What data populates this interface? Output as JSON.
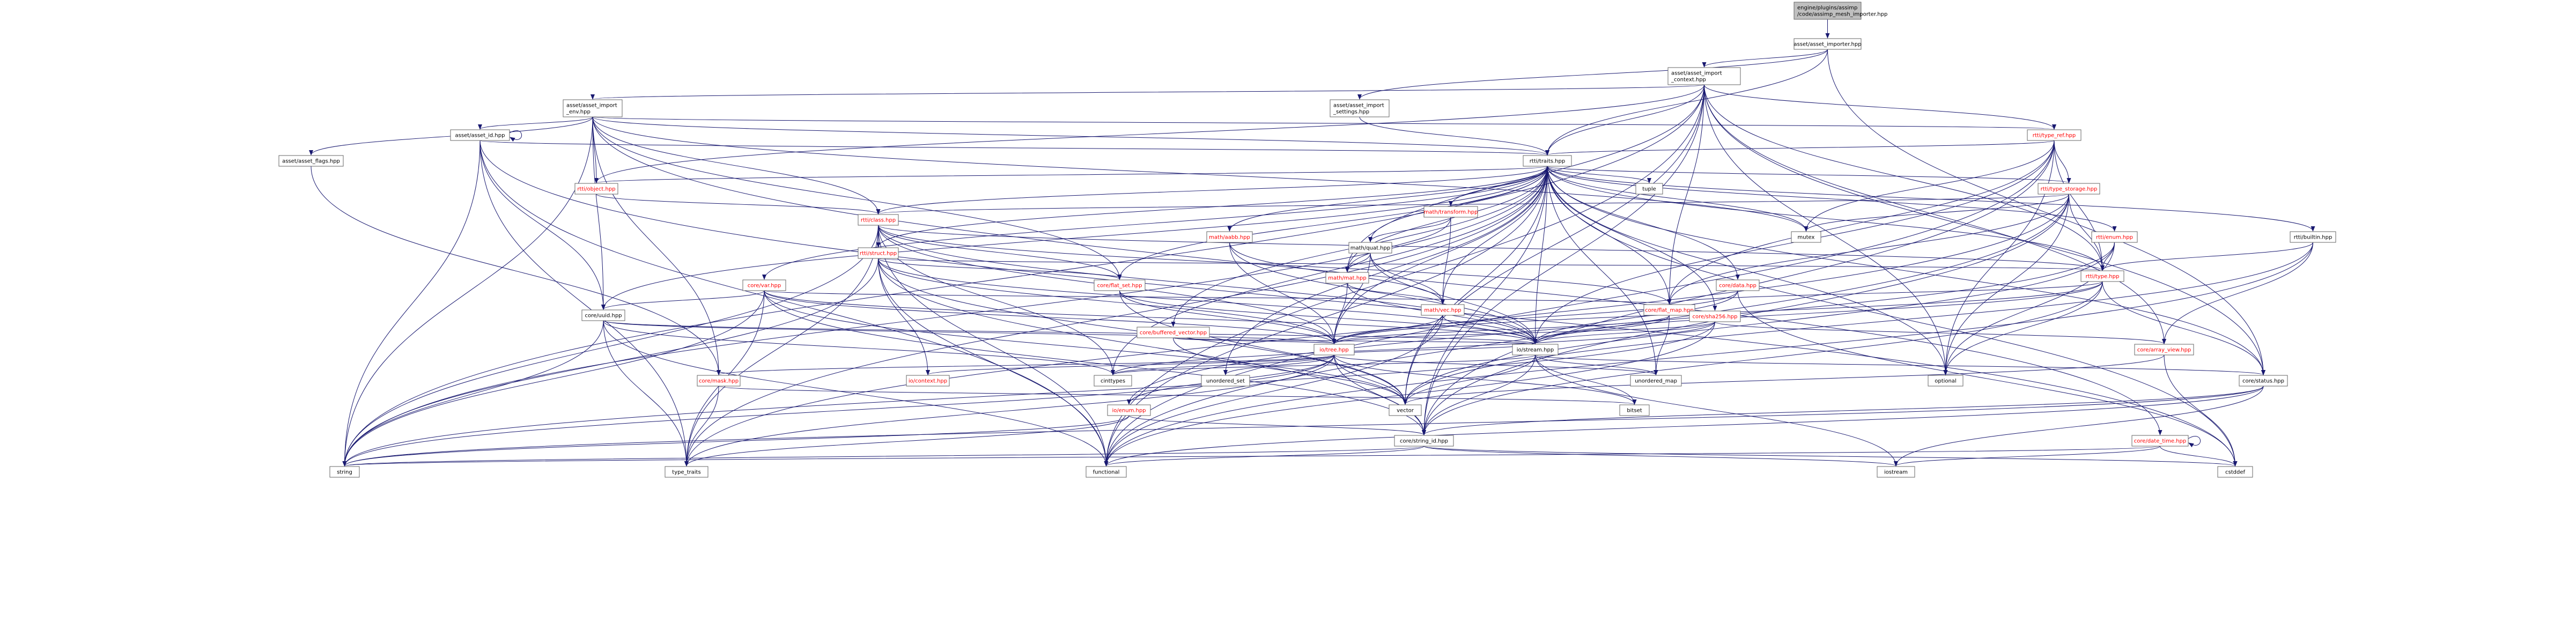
{
  "colors": {
    "root_fill": "#bfbfbf",
    "node_fill": "#ffffff",
    "node_border": "#666666",
    "text_black": "#000000",
    "text_red": "#ff0000",
    "edge": "#191970"
  },
  "nodes": [
    {
      "id": "root",
      "lines": [
        "engine/plugins/assimp",
        "/code/assimp_mesh_importer.hpp"
      ],
      "link": false,
      "root": true
    },
    {
      "id": "asset_importer",
      "lines": [
        "asset/asset_importer.hpp"
      ],
      "link": false
    },
    {
      "id": "asset_import_context",
      "lines": [
        "asset/asset_import",
        "_context.hpp"
      ],
      "link": false
    },
    {
      "id": "asset_import_settings",
      "lines": [
        "asset/asset_import",
        "_settings.hpp"
      ],
      "link": false
    },
    {
      "id": "asset_import_env",
      "lines": [
        "asset/asset_import",
        "_env.hpp"
      ],
      "link": false
    },
    {
      "id": "asset_id",
      "lines": [
        "asset/asset_id.hpp"
      ],
      "link": false
    },
    {
      "id": "asset_flags",
      "lines": [
        "asset/asset_flags.hpp"
      ],
      "link": false
    },
    {
      "id": "rtti_traits",
      "lines": [
        "rtti/traits.hpp"
      ],
      "link": false
    },
    {
      "id": "rtti_type_ref",
      "lines": [
        "rtti/type_ref.hpp"
      ],
      "link": true
    },
    {
      "id": "rtti_object",
      "lines": [
        "rtti/object.hpp"
      ],
      "link": true
    },
    {
      "id": "rtti_type_storage",
      "lines": [
        "rtti/type_storage.hpp"
      ],
      "link": true
    },
    {
      "id": "rtti_class",
      "lines": [
        "rtti/class.hpp"
      ],
      "link": true
    },
    {
      "id": "rtti_struct",
      "lines": [
        "rtti/struct.hpp"
      ],
      "link": true
    },
    {
      "id": "rtti_enum",
      "lines": [
        "rtti/enum.hpp"
      ],
      "link": true
    },
    {
      "id": "rtti_builtin",
      "lines": [
        "rtti/builtin.hpp"
      ],
      "link": false
    },
    {
      "id": "rtti_type",
      "lines": [
        "rtti/type.hpp"
      ],
      "link": true
    },
    {
      "id": "math_transform",
      "lines": [
        "math/transform.hpp"
      ],
      "link": true
    },
    {
      "id": "math_aabb",
      "lines": [
        "math/aabb.hpp"
      ],
      "link": true
    },
    {
      "id": "math_quat",
      "lines": [
        "math/quat.hpp"
      ],
      "link": false
    },
    {
      "id": "math_mat",
      "lines": [
        "math/mat.hpp"
      ],
      "link": true
    },
    {
      "id": "math_vec",
      "lines": [
        "math/vec.hpp"
      ],
      "link": true
    },
    {
      "id": "core_var",
      "lines": [
        "core/var.hpp"
      ],
      "link": true
    },
    {
      "id": "core_flat_set",
      "lines": [
        "core/flat_set.hpp"
      ],
      "link": true
    },
    {
      "id": "core_flat_map",
      "lines": [
        "core/flat_map.hpp"
      ],
      "link": true
    },
    {
      "id": "core_data",
      "lines": [
        "core/data.hpp"
      ],
      "link": true
    },
    {
      "id": "core_sha256",
      "lines": [
        "core/sha256.hpp"
      ],
      "link": true
    },
    {
      "id": "core_buffered_vector",
      "lines": [
        "core/buffered_vector.hpp"
      ],
      "link": true
    },
    {
      "id": "core_uuid",
      "lines": [
        "core/uuid.hpp"
      ],
      "link": false
    },
    {
      "id": "io_tree",
      "lines": [
        "io/tree.hpp"
      ],
      "link": true
    },
    {
      "id": "io_stream",
      "lines": [
        "io/stream.hpp"
      ],
      "link": false
    },
    {
      "id": "core_array_view",
      "lines": [
        "core/array_view.hpp"
      ],
      "link": true
    },
    {
      "id": "core_status",
      "lines": [
        "core/status.hpp"
      ],
      "link": false
    },
    {
      "id": "core_mask",
      "lines": [
        "core/mask.hpp"
      ],
      "link": true
    },
    {
      "id": "io_context",
      "lines": [
        "io/context.hpp"
      ],
      "link": true
    },
    {
      "id": "io_enum",
      "lines": [
        "io/enum.hpp"
      ],
      "link": true
    },
    {
      "id": "core_string_id",
      "lines": [
        "core/string_id.hpp"
      ],
      "link": false
    },
    {
      "id": "core_date_time",
      "lines": [
        "core/date_time.hpp"
      ],
      "link": true
    },
    {
      "id": "tuple",
      "lines": [
        "tuple"
      ],
      "link": false
    },
    {
      "id": "mutex",
      "lines": [
        "mutex"
      ],
      "link": false
    },
    {
      "id": "optional",
      "lines": [
        "optional"
      ],
      "link": false
    },
    {
      "id": "unordered_set",
      "lines": [
        "unordered_set"
      ],
      "link": false
    },
    {
      "id": "unordered_map",
      "lines": [
        "unordered_map"
      ],
      "link": false
    },
    {
      "id": "cinttypes",
      "lines": [
        "cinttypes"
      ],
      "link": false
    },
    {
      "id": "vector",
      "lines": [
        "vector"
      ],
      "link": false
    },
    {
      "id": "bitset",
      "lines": [
        "bitset"
      ],
      "link": false
    },
    {
      "id": "string",
      "lines": [
        "string"
      ],
      "link": false
    },
    {
      "id": "type_traits",
      "lines": [
        "type_traits"
      ],
      "link": false
    },
    {
      "id": "functional",
      "lines": [
        "functional"
      ],
      "link": false
    },
    {
      "id": "iostream",
      "lines": [
        "iostream"
      ],
      "link": false
    },
    {
      "id": "cstddef",
      "lines": [
        "cstddef"
      ],
      "link": false
    }
  ],
  "edges": [
    [
      "root",
      "asset_importer"
    ],
    [
      "asset_importer",
      "asset_import_context"
    ],
    [
      "asset_importer",
      "asset_import_settings"
    ],
    [
      "asset_importer",
      "rtti_traits"
    ],
    [
      "asset_importer",
      "core_status"
    ],
    [
      "asset_import_context",
      "asset_import_env"
    ],
    [
      "asset_import_context",
      "rtti_type_ref"
    ],
    [
      "asset_import_context",
      "rtti_traits"
    ],
    [
      "asset_import_context",
      "core_flat_map"
    ],
    [
      "asset_import_context",
      "core_status"
    ],
    [
      "asset_import_context",
      "rtti_object"
    ],
    [
      "asset_import_context",
      "core_array_view"
    ],
    [
      "asset_import_context",
      "string"
    ],
    [
      "asset_import_context",
      "optional"
    ],
    [
      "asset_import_context",
      "core_string_id"
    ],
    [
      "asset_import_context",
      "vector"
    ],
    [
      "asset_import_context",
      "functional"
    ],
    [
      "asset_import_context",
      "rtti_type"
    ],
    [
      "asset_import_context",
      "math_mat"
    ],
    [
      "asset_import_settings",
      "rtti_traits"
    ],
    [
      "asset_import_env",
      "asset_id"
    ],
    [
      "asset_import_env",
      "asset_flags"
    ],
    [
      "asset_import_env",
      "rtti_traits"
    ],
    [
      "asset_import_env",
      "rtti_object"
    ],
    [
      "asset_import_env",
      "rtti_type_ref"
    ],
    [
      "asset_import_env",
      "core_uuid"
    ],
    [
      "asset_import_env",
      "core_flat_set"
    ],
    [
      "asset_import_env",
      "string"
    ],
    [
      "asset_import_env",
      "core_mask"
    ],
    [
      "asset_import_env",
      "rtti_class"
    ],
    [
      "asset_import_env",
      "mutex"
    ],
    [
      "asset_import_env",
      "core_date_time"
    ],
    [
      "asset_id",
      "asset_id"
    ],
    [
      "asset_id",
      "rtti_traits"
    ],
    [
      "asset_id",
      "core_uuid"
    ],
    [
      "asset_id",
      "string"
    ],
    [
      "asset_id",
      "type_traits"
    ],
    [
      "asset_id",
      "functional"
    ],
    [
      "asset_id",
      "cstddef"
    ],
    [
      "asset_flags",
      "core_mask"
    ],
    [
      "rtti_type_ref",
      "rtti_traits"
    ],
    [
      "rtti_type_ref",
      "rtti_type_storage"
    ],
    [
      "rtti_type_ref",
      "rtti_type"
    ],
    [
      "rtti_type_ref",
      "core_string_id"
    ],
    [
      "rtti_type_ref",
      "core_flat_map"
    ],
    [
      "rtti_type_ref",
      "io_stream"
    ],
    [
      "rtti_type_ref",
      "mutex"
    ],
    [
      "rtti_type_ref",
      "functional"
    ],
    [
      "rtti_type_ref",
      "optional"
    ],
    [
      "rtti_traits",
      "tuple"
    ],
    [
      "rtti_traits",
      "mutex"
    ],
    [
      "rtti_traits",
      "rtti_object"
    ],
    [
      "rtti_traits",
      "rtti_type_storage"
    ],
    [
      "rtti_traits",
      "rtti_class"
    ],
    [
      "rtti_traits",
      "rtti_struct"
    ],
    [
      "rtti_traits",
      "rtti_enum"
    ],
    [
      "rtti_traits",
      "rtti_builtin"
    ],
    [
      "rtti_traits",
      "rtti_type"
    ],
    [
      "rtti_traits",
      "math_transform"
    ],
    [
      "rtti_traits",
      "math_aabb"
    ],
    [
      "rtti_traits",
      "math_quat"
    ],
    [
      "rtti_traits",
      "math_mat"
    ],
    [
      "rtti_traits",
      "math_vec"
    ],
    [
      "rtti_traits",
      "core_var"
    ],
    [
      "rtti_traits",
      "core_flat_set"
    ],
    [
      "rtti_traits",
      "core_flat_map"
    ],
    [
      "rtti_traits",
      "core_data"
    ],
    [
      "rtti_traits",
      "core_sha256"
    ],
    [
      "rtti_traits",
      "core_buffered_vector"
    ],
    [
      "rtti_traits",
      "core_uuid"
    ],
    [
      "rtti_traits",
      "io_tree"
    ],
    [
      "rtti_traits",
      "io_stream"
    ],
    [
      "rtti_traits",
      "core_status"
    ],
    [
      "rtti_traits",
      "core_string_id"
    ],
    [
      "rtti_traits",
      "string"
    ],
    [
      "rtti_traits",
      "vector"
    ],
    [
      "rtti_traits",
      "unordered_set"
    ],
    [
      "rtti_traits",
      "unordered_map"
    ],
    [
      "rtti_traits",
      "optional"
    ],
    [
      "rtti_traits",
      "cinttypes"
    ],
    [
      "rtti_traits",
      "type_traits"
    ],
    [
      "rtti_traits",
      "functional"
    ],
    [
      "rtti_traits",
      "cstddef"
    ],
    [
      "rtti_object",
      "rtti_class"
    ],
    [
      "rtti_type_storage",
      "rtti_class"
    ],
    [
      "rtti_type_storage",
      "rtti_type"
    ],
    [
      "rtti_type_storage",
      "mutex"
    ],
    [
      "rtti_type_storage",
      "core_flat_map"
    ],
    [
      "rtti_type_storage",
      "core_string_id"
    ],
    [
      "rtti_type_storage",
      "optional"
    ],
    [
      "rtti_type_storage",
      "type_traits"
    ],
    [
      "rtti_type_storage",
      "functional"
    ],
    [
      "rtti_class",
      "rtti_struct"
    ],
    [
      "rtti_class",
      "rtti_type"
    ],
    [
      "rtti_class",
      "core_flat_set"
    ],
    [
      "rtti_class",
      "core_flat_map"
    ],
    [
      "rtti_class",
      "io_tree"
    ],
    [
      "rtti_class",
      "io_stream"
    ],
    [
      "rtti_class",
      "string"
    ],
    [
      "rtti_class",
      "type_traits"
    ],
    [
      "rtti_class",
      "functional"
    ],
    [
      "rtti_class",
      "cinttypes"
    ],
    [
      "rtti_struct",
      "rtti_type"
    ],
    [
      "rtti_struct",
      "core_flat_set"
    ],
    [
      "rtti_struct",
      "io_tree"
    ],
    [
      "rtti_struct",
      "io_stream"
    ],
    [
      "rtti_struct",
      "vector"
    ],
    [
      "rtti_struct",
      "string"
    ],
    [
      "rtti_struct",
      "functional"
    ],
    [
      "rtti_struct",
      "io_context"
    ],
    [
      "rtti_struct",
      "core_string_id"
    ],
    [
      "rtti_enum",
      "rtti_type"
    ],
    [
      "rtti_enum",
      "io_enum"
    ],
    [
      "rtti_enum",
      "vector"
    ],
    [
      "rtti_enum",
      "optional"
    ],
    [
      "rtti_builtin",
      "rtti_type"
    ],
    [
      "rtti_builtin",
      "core_array_view"
    ],
    [
      "rtti_builtin",
      "vector"
    ],
    [
      "rtti_builtin",
      "functional"
    ],
    [
      "rtti_type",
      "core_flat_map"
    ],
    [
      "rtti_type",
      "io_tree"
    ],
    [
      "rtti_type",
      "io_stream"
    ],
    [
      "rtti_type",
      "core_status"
    ],
    [
      "rtti_type",
      "core_string_id"
    ],
    [
      "rtti_type",
      "optional"
    ],
    [
      "math_transform",
      "math_quat"
    ],
    [
      "math_transform",
      "math_mat"
    ],
    [
      "math_transform",
      "math_vec"
    ],
    [
      "math_aabb",
      "math_vec"
    ],
    [
      "math_aabb",
      "io_tree"
    ],
    [
      "math_aabb",
      "io_stream"
    ],
    [
      "math_quat",
      "math_mat"
    ],
    [
      "math_quat",
      "math_vec"
    ],
    [
      "math_quat",
      "io_tree"
    ],
    [
      "math_quat",
      "io_stream"
    ],
    [
      "math_mat",
      "math_vec"
    ],
    [
      "math_mat",
      "io_tree"
    ],
    [
      "math_mat",
      "io_stream"
    ],
    [
      "math_vec",
      "io_tree"
    ],
    [
      "math_vec",
      "io_stream"
    ],
    [
      "math_vec",
      "functional"
    ],
    [
      "core_var",
      "core_uuid"
    ],
    [
      "core_var",
      "core_flat_map"
    ],
    [
      "core_var",
      "io_tree"
    ],
    [
      "core_var",
      "io_stream"
    ],
    [
      "core_var",
      "string"
    ],
    [
      "core_var",
      "vector"
    ],
    [
      "core_var",
      "type_traits"
    ],
    [
      "core_var",
      "core_string_id"
    ],
    [
      "core_flat_set",
      "io_tree"
    ],
    [
      "core_flat_set",
      "io_stream"
    ],
    [
      "core_flat_set",
      "vector"
    ],
    [
      "core_flat_map",
      "io_tree"
    ],
    [
      "core_flat_map",
      "io_stream"
    ],
    [
      "core_flat_map",
      "unordered_map"
    ],
    [
      "core_data",
      "io_tree"
    ],
    [
      "core_data",
      "io_stream"
    ],
    [
      "core_data",
      "cstddef"
    ],
    [
      "core_sha256",
      "core_array_view"
    ],
    [
      "core_sha256",
      "io_tree"
    ],
    [
      "core_sha256",
      "io_stream"
    ],
    [
      "core_sha256",
      "cinttypes"
    ],
    [
      "core_sha256",
      "string"
    ],
    [
      "core_sha256",
      "functional"
    ],
    [
      "core_buffered_vector",
      "io_tree"
    ],
    [
      "core_buffered_vector",
      "io_stream"
    ],
    [
      "core_buffered_vector",
      "vector"
    ],
    [
      "core_uuid",
      "io_tree"
    ],
    [
      "core_uuid",
      "io_stream"
    ],
    [
      "core_uuid",
      "string"
    ],
    [
      "core_uuid",
      "cinttypes"
    ],
    [
      "core_uuid",
      "functional"
    ],
    [
      "core_uuid",
      "type_traits"
    ],
    [
      "io_tree",
      "io_stream"
    ],
    [
      "io_tree",
      "core_mask"
    ],
    [
      "io_tree",
      "io_context"
    ],
    [
      "io_tree",
      "io_enum"
    ],
    [
      "io_tree",
      "core_string_id"
    ],
    [
      "io_tree",
      "unordered_set"
    ],
    [
      "io_tree",
      "unordered_map"
    ],
    [
      "io_tree",
      "vector"
    ],
    [
      "io_tree",
      "bitset"
    ],
    [
      "io_tree",
      "cinttypes"
    ],
    [
      "io_tree",
      "string"
    ],
    [
      "io_tree",
      "type_traits"
    ],
    [
      "io_stream",
      "core_status"
    ],
    [
      "io_stream",
      "core_string_id"
    ],
    [
      "io_stream",
      "vector"
    ],
    [
      "io_stream",
      "bitset"
    ],
    [
      "io_stream",
      "iostream"
    ],
    [
      "io_stream",
      "cinttypes"
    ],
    [
      "io_stream",
      "unordered_map"
    ],
    [
      "core_array_view",
      "vector"
    ],
    [
      "core_array_view",
      "cstddef"
    ],
    [
      "core_status",
      "core_string_id"
    ],
    [
      "core_status",
      "string"
    ],
    [
      "core_status",
      "iostream"
    ],
    [
      "core_status",
      "functional"
    ],
    [
      "core_mask",
      "bitset"
    ],
    [
      "core_mask",
      "type_traits"
    ],
    [
      "io_enum",
      "core_string_id"
    ],
    [
      "io_enum",
      "string"
    ],
    [
      "io_enum",
      "type_traits"
    ],
    [
      "core_string_id",
      "string"
    ],
    [
      "core_string_id",
      "functional"
    ],
    [
      "core_string_id",
      "iostream"
    ],
    [
      "core_string_id",
      "cstddef"
    ],
    [
      "core_date_time",
      "core_date_time"
    ],
    [
      "core_date_time",
      "string"
    ],
    [
      "core_date_time",
      "iostream"
    ],
    [
      "core_date_time",
      "cstddef"
    ]
  ]
}
